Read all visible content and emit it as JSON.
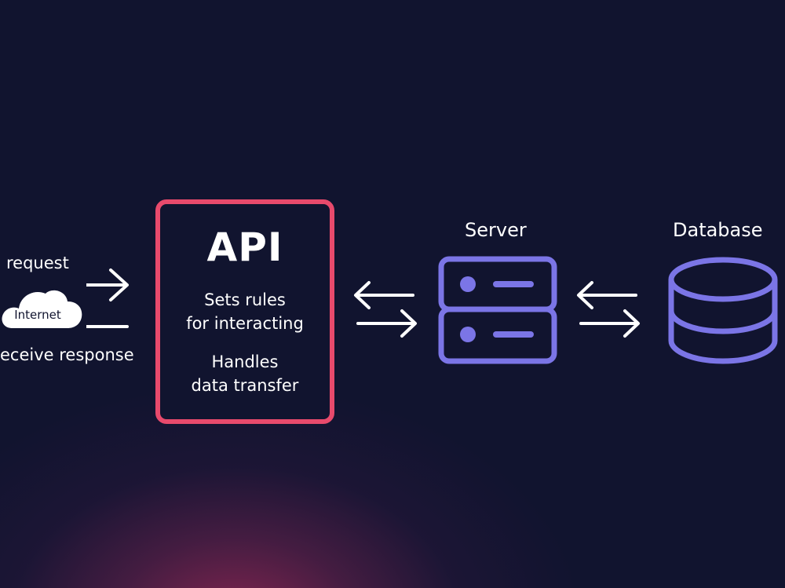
{
  "left_panel": {
    "request_label": "request",
    "response_label": "eceive response",
    "cloud_label": "Internet"
  },
  "api_box": {
    "title": "API",
    "line1": "Sets rules",
    "line2": "for interacting",
    "line3": "Handles",
    "line4": "data transfer"
  },
  "server": {
    "label": "Server"
  },
  "database": {
    "label": "Database"
  },
  "colors": {
    "background": "#11142f",
    "api_border": "#e84a6c",
    "icon_purple": "#7b75e6",
    "text": "#ffffff",
    "glow": "#96285a"
  },
  "icons": {
    "cloud": "cloud-icon",
    "server": "server-icon",
    "database": "database-icon",
    "arrows": "arrow-icon"
  }
}
